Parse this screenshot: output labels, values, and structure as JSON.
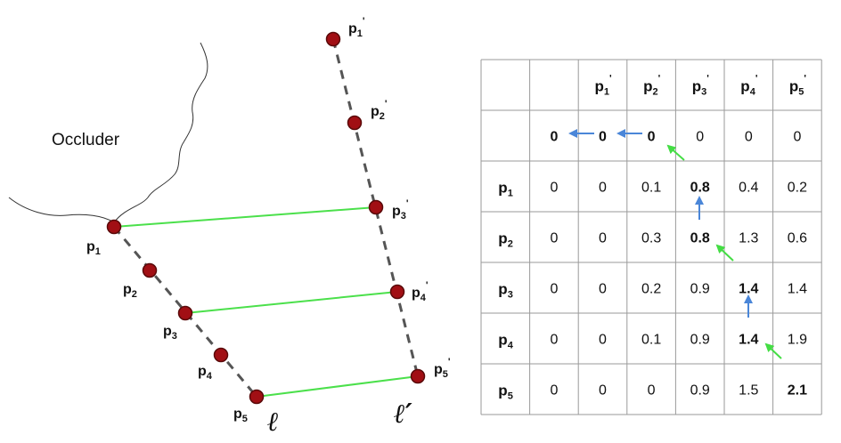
{
  "diagram": {
    "occluder_label": "Occluder",
    "line_labels": [
      "ℓ",
      "ℓ′"
    ],
    "left_points": [
      "p",
      "p",
      "p",
      "p",
      "p"
    ],
    "left_subs": [
      "1",
      "2",
      "3",
      "4",
      "5"
    ],
    "right_points": [
      "p",
      "p",
      "p",
      "p",
      "p"
    ],
    "right_subs": [
      "1",
      "2",
      "3",
      "4",
      "5"
    ],
    "prime": "'",
    "colors": {
      "point_fill": "#a10f14",
      "point_stroke": "#5a0a0a",
      "dash_line": "#555555",
      "match_line": "#4be04b",
      "arrow_blue": "#4a86d8",
      "arrow_green": "#44dd44",
      "grid": "#9a9a9a"
    }
  },
  "table": {
    "col_headers": [
      "",
      "",
      "p",
      "p",
      "p",
      "p",
      "p"
    ],
    "col_subs": [
      "",
      "",
      "1",
      "2",
      "3",
      "4",
      "5"
    ],
    "row_headers": [
      "",
      "p",
      "p",
      "p",
      "p",
      "p"
    ],
    "row_subs": [
      "",
      "1",
      "2",
      "3",
      "4",
      "5"
    ],
    "rows": [
      [
        "0",
        "0",
        "0",
        "0",
        "0",
        "0"
      ],
      [
        "0",
        "0",
        "0.1",
        "0.8",
        "0.4",
        "0.2"
      ],
      [
        "0",
        "0",
        "0.3",
        "0.8",
        "1.3",
        "0.6"
      ],
      [
        "0",
        "0",
        "0.2",
        "0.9",
        "1.4",
        "1.4"
      ],
      [
        "0",
        "0",
        "0.1",
        "0.9",
        "1.4",
        "1.9"
      ],
      [
        "0",
        "0",
        "0",
        "0.9",
        "1.5",
        "2.1"
      ]
    ],
    "bold_cells": [
      [
        0,
        0
      ],
      [
        0,
        1
      ],
      [
        0,
        2
      ],
      [
        1,
        3
      ],
      [
        2,
        3
      ],
      [
        3,
        4
      ],
      [
        4,
        4
      ],
      [
        5,
        5
      ]
    ]
  }
}
